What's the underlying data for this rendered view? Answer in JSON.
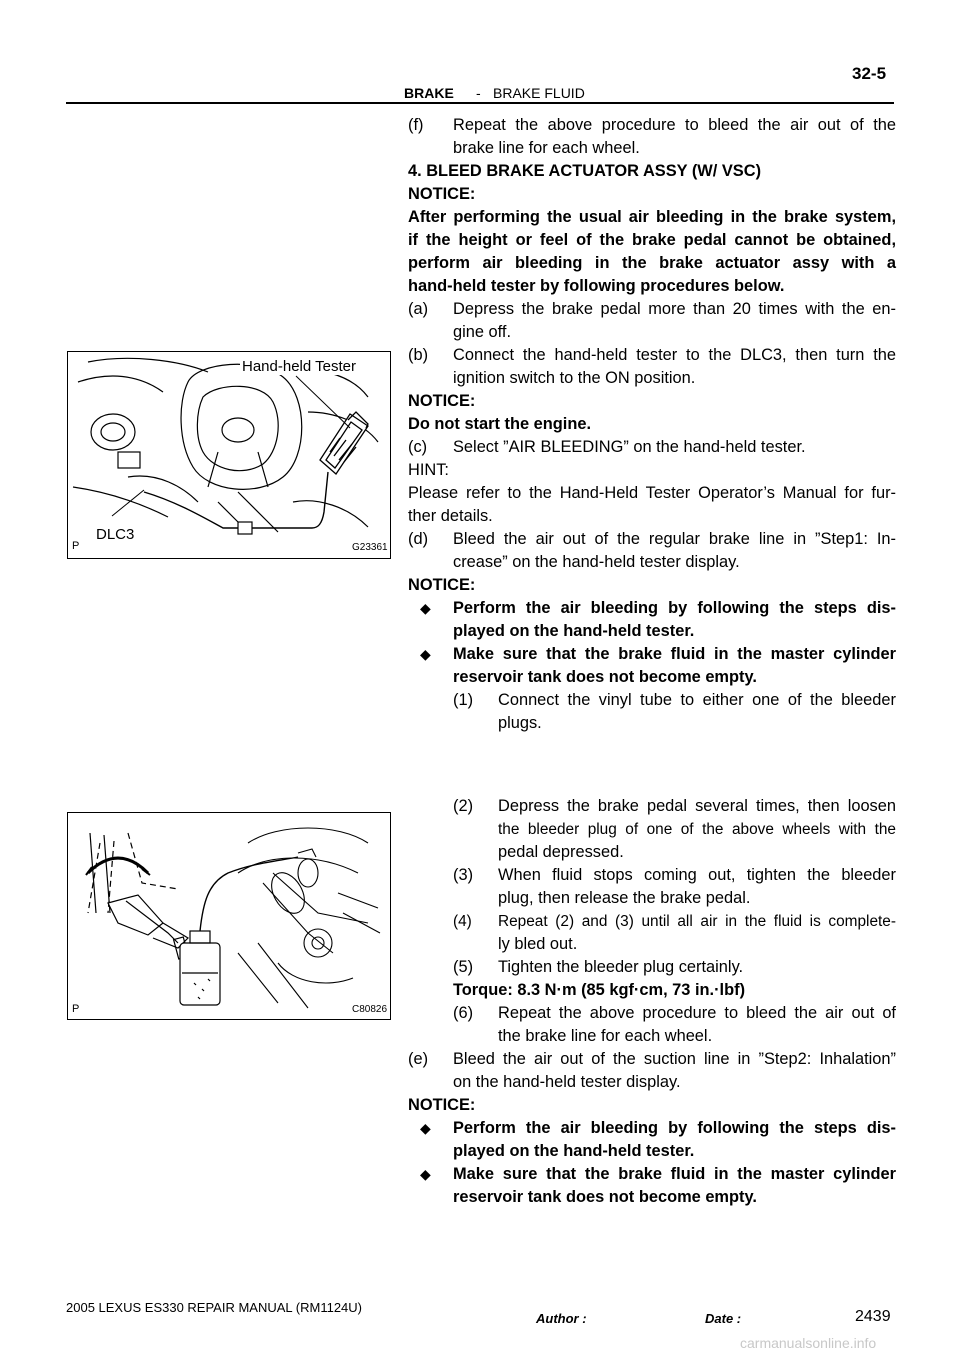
{
  "header": {
    "section": "BRAKE",
    "dash": "-",
    "subsection": "BRAKE FLUID",
    "page_code": "32-5"
  },
  "figures": {
    "fig1": {
      "label_tester": "Hand-held  Tester",
      "label_dlc": "DLC3",
      "code": "G23361",
      "p_mark": "P"
    },
    "fig2": {
      "code": "C80826",
      "p_mark": "P"
    }
  },
  "text": {
    "f_label": "(f)",
    "f_l1": "Repeat the above procedure to bleed the air out of the",
    "f_l2": "brake line for each wheel.",
    "h4": "4.    BLEED BRAKE ACTUATOR ASSY (W/ VSC)",
    "notice1": "NOTICE:",
    "n1_l1": "After performing the usual air bleeding in the brake system,",
    "n1_l2": "if the height or feel of the brake pedal cannot be obtained,",
    "n1_l3": "perform air bleeding in the brake actuator assy with a",
    "n1_l4": "hand-held  tester by following procedures below.",
    "a_label": "(a)",
    "a_l1": "Depress the brake pedal more than 20 times with the en-",
    "a_l2": "gine off.",
    "b_label": "(b)",
    "b_l1": "Connect the hand-held tester to the DLC3, then turn the",
    "b_l2": "ignition switch to the ON position.",
    "notice2": "NOTICE:",
    "n2_l1": "Do not start the engine.",
    "c_label": "(c)",
    "c_l1": "Select ”AIR BLEEDING” on the hand-held tester.",
    "hint": "HINT:",
    "hint_l1": "Please refer to the Hand-Held Tester Operator’s Manual for fur-",
    "hint_l2": "ther details.",
    "d_label": "(d)",
    "d_l1": "Bleed the air out of the regular brake line in ”Step1: In-",
    "d_l2": "crease” on the hand-held tester display.",
    "notice3": "NOTICE:",
    "n3_b1_l1": "Perform the air bleeding by following the steps dis-",
    "n3_b1_l2": "played on the hand-held tester.",
    "n3_b2_l1": "Make sure that the brake fluid in the master cylinder",
    "n3_b2_l2": "reservoir tank does not become empty.",
    "s1_label": "(1)",
    "s1_l1": "Connect the vinyl tube to either one of the bleeder",
    "s1_l2": "plugs.",
    "s2_label": "(2)",
    "s2_l1": "Depress the brake pedal several times, then loosen",
    "s2_l2": "the bleeder plug of one of the above wheels with the",
    "s2_l3": "pedal depressed.",
    "s3_label": "(3)",
    "s3_l1": "When fluid stops coming out, tighten the bleeder",
    "s3_l2": "plug, then release the brake pedal.",
    "s4_label": "(4)",
    "s4_l1": "Repeat (2) and (3) until all air in the fluid is complete-",
    "s4_l2": "ly bled out.",
    "s5_label": "(5)",
    "s5_l1": "Tighten the bleeder plug certainly.",
    "torque": "Torque: 8.3 N·m (85 kgf·cm, 73 in.·lbf)",
    "s6_label": "(6)",
    "s6_l1": "Repeat the above procedure to bleed the air out of",
    "s6_l2": "the brake line for each wheel.",
    "e_label": "(e)",
    "e_l1": "Bleed the air out of the suction line in ”Step2: Inhalation”",
    "e_l2": "on the hand-held tester display.",
    "notice4": "NOTICE:",
    "n4_b1_l1": "Perform the air bleeding by following the steps dis-",
    "n4_b1_l2": "played on the hand-held tester.",
    "n4_b2_l1": "Make sure that the brake fluid in the master cylinder",
    "n4_b2_l2": "reservoir tank does not become empty.",
    "bullet": "◆"
  },
  "footer": {
    "manual": "2005 LEXUS ES330 REPAIR MANUAL   (RM1124U)",
    "author": "Author :",
    "date": "Date :",
    "page_number": "2439",
    "watermark": "carmanualsonline.info"
  }
}
